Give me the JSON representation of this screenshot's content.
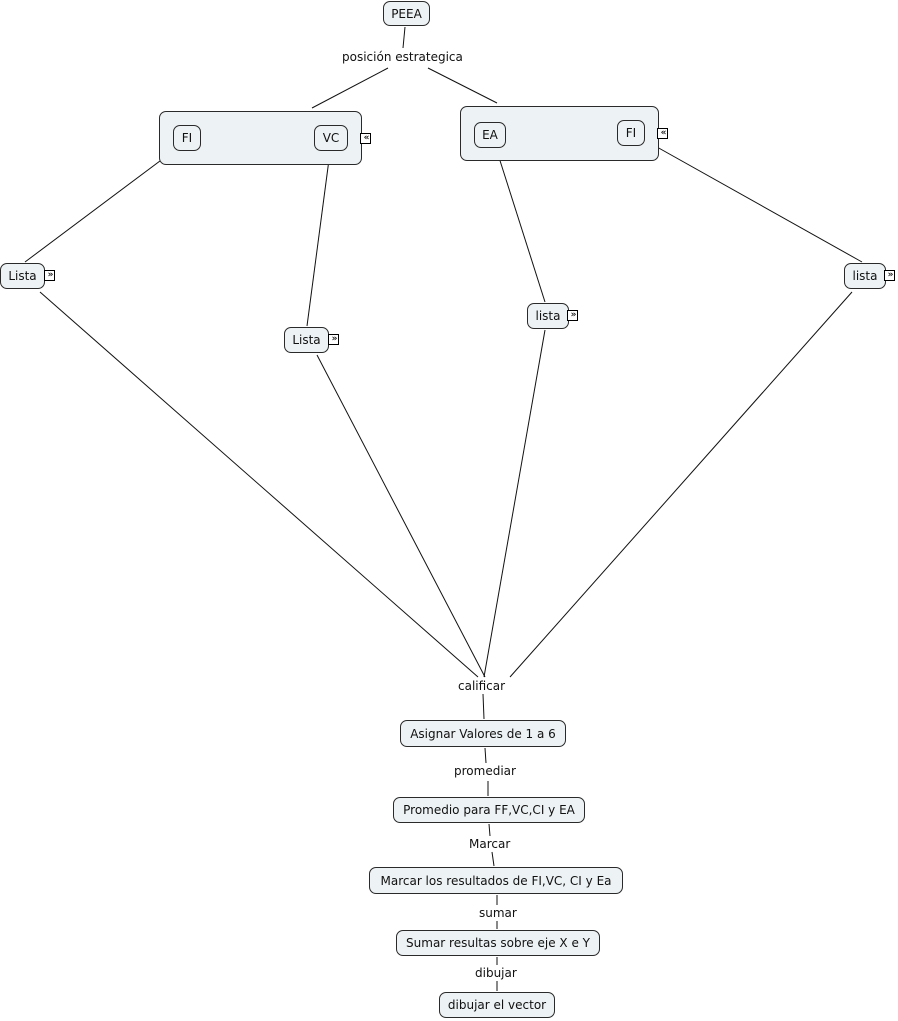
{
  "nodes": {
    "peea": "PEEA",
    "group_left_fi": "FI",
    "group_left_vc": "VC",
    "group_right_ea": "EA",
    "group_right_fi": "FI",
    "lista_1": "Lista",
    "lista_2": "Lista",
    "lista_3": "lista",
    "lista_4": "lista",
    "asignar": "Asignar Valores de 1 a 6",
    "promedio": "Promedio para FF,VC,CI y EA",
    "marcar_res": "Marcar los resultados de FI,VC, CI y Ea",
    "sumar_res": "Sumar resultas sobre eje X e Y",
    "dibujar_vec": "dibujar el vector"
  },
  "links": {
    "posicion": "posición estrategica",
    "calificar": "calificar",
    "promediar": "promediar",
    "marcar": "Marcar",
    "sumar": "sumar",
    "dibujar": "dibujar"
  },
  "icons": {
    "expand": "expand-icon",
    "collapse": "collapse-icon"
  }
}
